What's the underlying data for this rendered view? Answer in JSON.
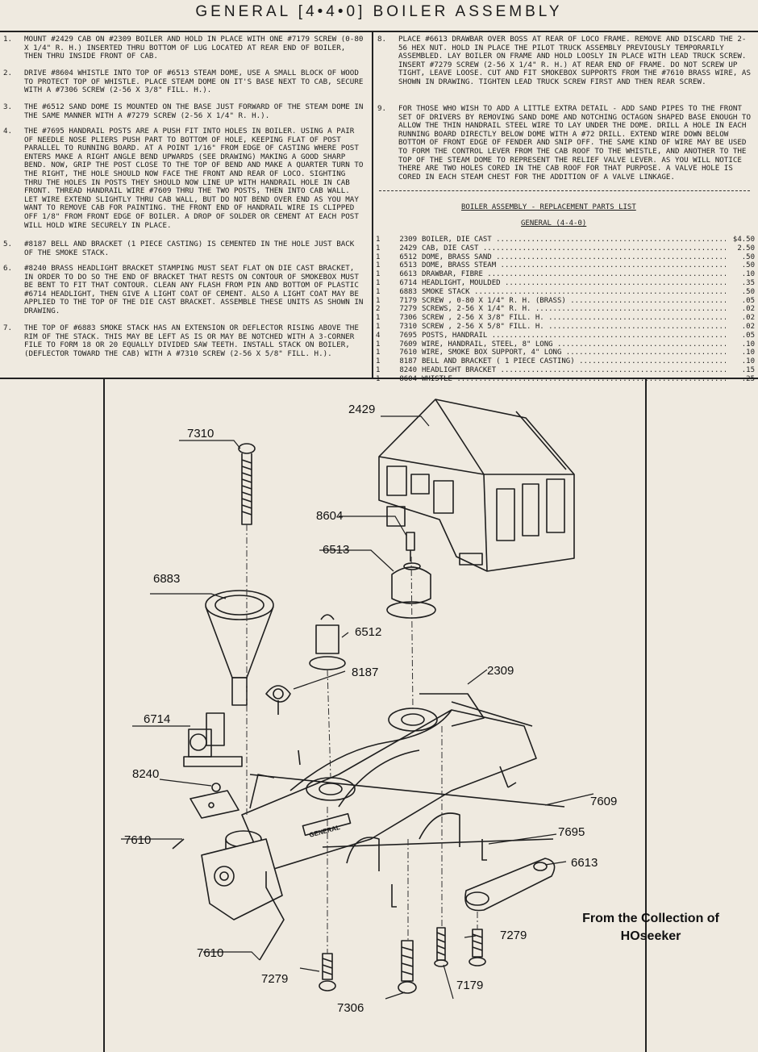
{
  "title": "GENERAL [4•4•0] BOILER ASSEMBLY",
  "instructions": [
    {
      "num": "1.",
      "text": "MOUNT #2429 CAB ON #2309 BOILER AND HOLD IN PLACE WITH ONE #7179 SCREW (0-80 X 1/4\" R. H.) INSERTED THRU BOTTOM OF LUG LOCATED AT REAR END OF BOILER, THEN THRU INSIDE FRONT OF CAB."
    },
    {
      "num": "2.",
      "text": "DRIVE #8604 WHISTLE INTO TOP OF #6513 STEAM DOME, USE A SMALL BLOCK OF WOOD TO PROTECT TOP OF WHISTLE. PLACE STEAM DOME ON IT'S BASE NEXT TO CAB, SECURE WITH A #7306 SCREW (2-56 X 3/8\" FILL. H.)."
    },
    {
      "num": "3.",
      "text": "THE #6512 SAND DOME IS MOUNTED ON THE BASE JUST FORWARD OF THE STEAM DOME IN THE SAME MANNER WITH A #7279 SCREW (2-56 X 1/4\" R. H.)."
    },
    {
      "num": "4.",
      "text": "THE #7695 HANDRAIL POSTS ARE A PUSH FIT INTO HOLES IN BOILER. USING A PAIR OF NEEDLE NOSE PLIERS PUSH PART TO BOTTOM OF HOLE, KEEPING FLAT OF POST PARALLEL TO RUNNING BOARD. AT A POINT 1/16\" FROM EDGE OF CASTING WHERE POST ENTERS MAKE A RIGHT ANGLE BEND UPWARDS (SEE DRAWING) MAKING A GOOD SHARP BEND. NOW, GRIP THE POST CLOSE TO THE TOP OF BEND AND MAKE A QUARTER TURN TO THE RIGHT, THE HOLE SHOULD NOW FACE THE FRONT AND REAR OF LOCO. SIGHTING THRU THE HOLES IN POSTS THEY SHOULD NOW LINE UP WITH HANDRAIL HOLE IN CAB FRONT. THREAD HANDRAIL WIRE #7609 THRU THE TWO POSTS, THEN INTO CAB WALL. LET WIRE EXTEND SLIGHTLY THRU CAB WALL, BUT DO NOT BEND OVER END AS YOU MAY WANT TO REMOVE CAB FOR PAINTING. THE FRONT END OF HANDRAIL WIRE IS CLIPPED OFF 1/8\" FROM FRONT EDGE OF BOILER. A DROP OF SOLDER OR CEMENT AT EACH POST WILL HOLD WIRE SECURELY IN PLACE."
    },
    {
      "num": "5.",
      "text": "#8187 BELL AND BRACKET (1 PIECE CASTING) IS CEMENTED IN THE HOLE JUST BACK OF THE SMOKE STACK."
    },
    {
      "num": "6.",
      "text": "#8240 BRASS HEADLIGHT BRACKET STAMPING MUST SEAT FLAT ON DIE CAST BRACKET, IN ORDER TO DO SO THE END OF BRACKET THAT RESTS ON CONTOUR OF SMOKEBOX MUST BE BENT TO FIT THAT CONTOUR. CLEAN ANY FLASH FROM PIN AND BOTTOM OF PLASTIC #6714 HEADLIGHT, THEN GIVE A LIGHT COAT OF CEMENT. ALSO A LIGHT COAT MAY BE APPLIED TO THE TOP OF THE DIE CAST BRACKET. ASSEMBLE THESE UNITS AS SHOWN IN DRAWING."
    },
    {
      "num": "7.",
      "text": "THE TOP OF #6883 SMOKE STACK HAS AN EXTENSION OR DEFLECTOR RISING ABOVE THE RIM OF THE STACK. THIS MAY BE LEFT AS IS OR MAY BE NOTCHED WITH A 3-CORNER FILE TO FORM 18 OR 20 EQUALLY DIVIDED SAW TEETH. INSTALL STACK ON BOILER, (DEFLECTOR TOWARD THE CAB) WITH A #7310 SCREW (2-56 X 5/8\" FILL. H.)."
    },
    {
      "num": "8.",
      "text": "PLACE #6613 DRAWBAR OVER BOSS AT REAR OF LOCO FRAME. REMOVE AND DISCARD THE 2-56 HEX NUT. HOLD IN PLACE THE PILOT TRUCK ASSEMBLY PREVIOUSLY TEMPORARILY ASSEMBLED. LAY BOILER ON FRAME AND HOLD LOOSLY IN PLACE WITH LEAD TRUCK SCREW. INSERT #7279 SCREW (2-56 X 1/4\" R. H.) AT REAR END OF FRAME. DO NOT SCREW UP TIGHT, LEAVE LOOSE. CUT AND FIT SMOKEBOX SUPPORTS FROM THE #7610 BRASS WIRE, AS SHOWN IN DRAWING. TIGHTEN LEAD TRUCK SCREW FIRST AND THEN REAR SCREW."
    },
    {
      "num": "9.",
      "text": "FOR THOSE WHO WISH TO ADD A LITTLE EXTRA DETAIL - ADD SAND PIPES TO THE FRONT SET OF DRIVERS BY REMOVING SAND DOME AND NOTCHING OCTAGON SHAPED BASE ENOUGH TO ALLOW THE THIN HANDRAIL STEEL WIRE TO LAY UNDER THE DOME. DRILL A HOLE IN EACH RUNNING BOARD DIRECTLY BELOW DOME WITH A #72 DRILL. EXTEND WIRE DOWN BELOW BOTTOM OF FRONT EDGE OF FENDER AND SNIP OFF. THE SAME KIND OF WIRE MAY BE USED TO FORM THE CONTROL LEVER FROM THE CAB ROOF TO THE WHISTLE, AND ANOTHER TO THE TOP OF THE STEAM DOME TO REPRESENT THE RELIEF VALVE LEVER. AS YOU WILL NOTICE THERE ARE TWO HOLES CORED IN THE CAB ROOF FOR THAT PURPOSE. A VALVE HOLE IS CORED IN EACH STEAM CHEST FOR THE ADDITION OF A VALVE LINKAGE."
    }
  ],
  "parts_list": {
    "title": "BOILER ASSEMBLY - REPLACEMENT PARTS LIST",
    "subtitle": "GENERAL (4-4-0)",
    "rows": [
      {
        "qty": "1",
        "num": "2309",
        "desc": "BOILER, DIE CAST",
        "price": "$4.50"
      },
      {
        "qty": "1",
        "num": "2429",
        "desc": "CAB, DIE CAST",
        "price": "2.50"
      },
      {
        "qty": "1",
        "num": "6512",
        "desc": "DOME, BRASS SAND",
        "price": ".50"
      },
      {
        "qty": "1",
        "num": "6513",
        "desc": "DOME, BRASS STEAM",
        "price": ".50"
      },
      {
        "qty": "1",
        "num": "6613",
        "desc": "DRAWBAR, FIBRE",
        "price": ".10"
      },
      {
        "qty": "1",
        "num": "6714",
        "desc": "HEADLIGHT, MOULDED",
        "price": ".35"
      },
      {
        "qty": "1",
        "num": "6883",
        "desc": "SMOKE STACK",
        "price": ".50"
      },
      {
        "qty": "1",
        "num": "7179",
        "desc": "SCREW , 0-80 X 1/4\" R. H. (BRASS)",
        "price": ".05"
      },
      {
        "qty": "2",
        "num": "7279",
        "desc": "SCREWS, 2-56 X 1/4\" R. H.",
        "price": ".02"
      },
      {
        "qty": "1",
        "num": "7306",
        "desc": "SCREW , 2-56 X 3/8\" FILL. H.",
        "price": ".02"
      },
      {
        "qty": "1",
        "num": "7310",
        "desc": "SCREW , 2-56 X 5/8\" FILL. H.",
        "price": ".02"
      },
      {
        "qty": "4",
        "num": "7695",
        "desc": "POSTS, HANDRAIL",
        "price": ".05"
      },
      {
        "qty": "1",
        "num": "7609",
        "desc": "WIRE, HANDRAIL, STEEL, 8\" LONG",
        "price": ".10"
      },
      {
        "qty": "1",
        "num": "7610",
        "desc": "WIRE, SMOKE BOX SUPPORT, 4\" LONG",
        "price": ".10"
      },
      {
        "qty": "1",
        "num": "8187",
        "desc": "BELL AND BRACKET ( 1 PIECE CASTING)",
        "price": ".10"
      },
      {
        "qty": "1",
        "num": "8240",
        "desc": "HEADLIGHT BRACKET",
        "price": ".15"
      },
      {
        "qty": "1",
        "num": "8604",
        "desc": "WHISTLE",
        "price": ".25"
      }
    ]
  },
  "callouts": {
    "c2429": "2429",
    "c7310": "7310",
    "c8604": "8604",
    "c6513": "6513",
    "c6883": "6883",
    "c6512": "6512",
    "c8187": "8187",
    "c2309": "2309",
    "c6714": "6714",
    "c8240": "8240",
    "c7609": "7609",
    "c7695": "7695",
    "c7610a": "7610",
    "c6613": "6613",
    "c7279a": "7279",
    "c7610b": "7610",
    "c7279b": "7279",
    "c7179": "7179",
    "c7306": "7306"
  },
  "boiler_plate": "GENERAL",
  "credit": {
    "line1": "From the Collection of",
    "line2": "HOseeker"
  }
}
